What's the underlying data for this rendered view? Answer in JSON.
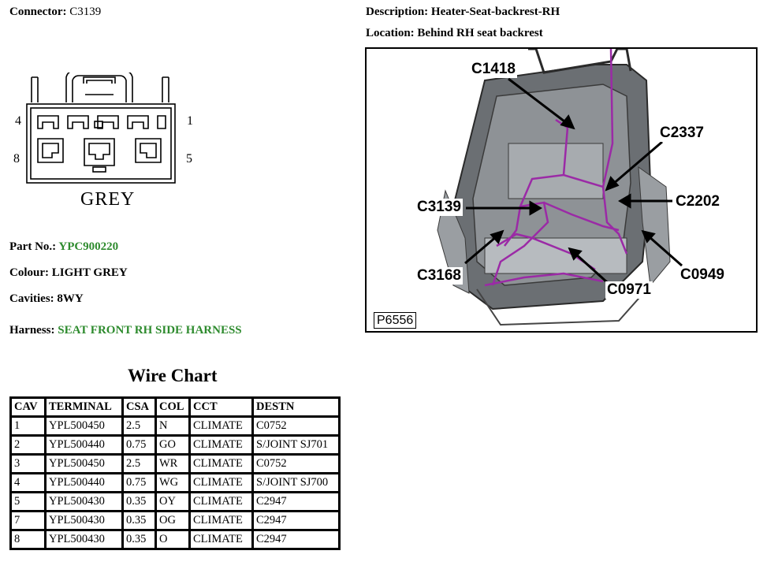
{
  "connector": {
    "label": "Connector:",
    "id": "C3139",
    "pin_numbers": {
      "top_left": "4",
      "top_right": "1",
      "bottom_left": "8",
      "bottom_right": "5"
    },
    "housing_colour_text": "GREY"
  },
  "description": {
    "label": "Description:",
    "value": "Heater-Seat-backrest-RH"
  },
  "location": {
    "label": "Location:",
    "value": "Behind RH seat backrest"
  },
  "part_no": {
    "label": "Part No.:",
    "value": "YPC900220"
  },
  "colour": {
    "label": "Colour:",
    "value": "LIGHT GREY"
  },
  "cavities": {
    "label": "Cavities:",
    "value": "8WY"
  },
  "harness": {
    "label": "Harness:",
    "value": "SEAT FRONT RH SIDE HARNESS"
  },
  "colors": {
    "link_green": "#2e8b2e",
    "wiring_purple": "#9b2aa6"
  },
  "wire_chart": {
    "title": "Wire Chart",
    "headers": [
      "CAV",
      "TERMINAL",
      "CSA",
      "COL",
      "CCT",
      "DESTN"
    ],
    "rows": [
      [
        "1",
        "YPL500450",
        "2.5",
        "N",
        "CLIMATE",
        "C0752"
      ],
      [
        "2",
        "YPL500440",
        "0.75",
        "GO",
        "CLIMATE",
        "S/JOINT SJ701"
      ],
      [
        "3",
        "YPL500450",
        "2.5",
        "WR",
        "CLIMATE",
        "C0752"
      ],
      [
        "4",
        "YPL500440",
        "0.75",
        "WG",
        "CLIMATE",
        "S/JOINT SJ700"
      ],
      [
        "5",
        "YPL500430",
        "0.35",
        "OY",
        "CLIMATE",
        "C2947"
      ],
      [
        "7",
        "YPL500430",
        "0.35",
        "OG",
        "CLIMATE",
        "C2947"
      ],
      [
        "8",
        "YPL500430",
        "0.35",
        "O",
        "CLIMATE",
        "C2947"
      ]
    ]
  },
  "location_image": {
    "figure_id": "P6556",
    "callouts": [
      "C1418",
      "C2337",
      "C3139",
      "C2202",
      "C3168",
      "C0949",
      "C0971"
    ]
  }
}
